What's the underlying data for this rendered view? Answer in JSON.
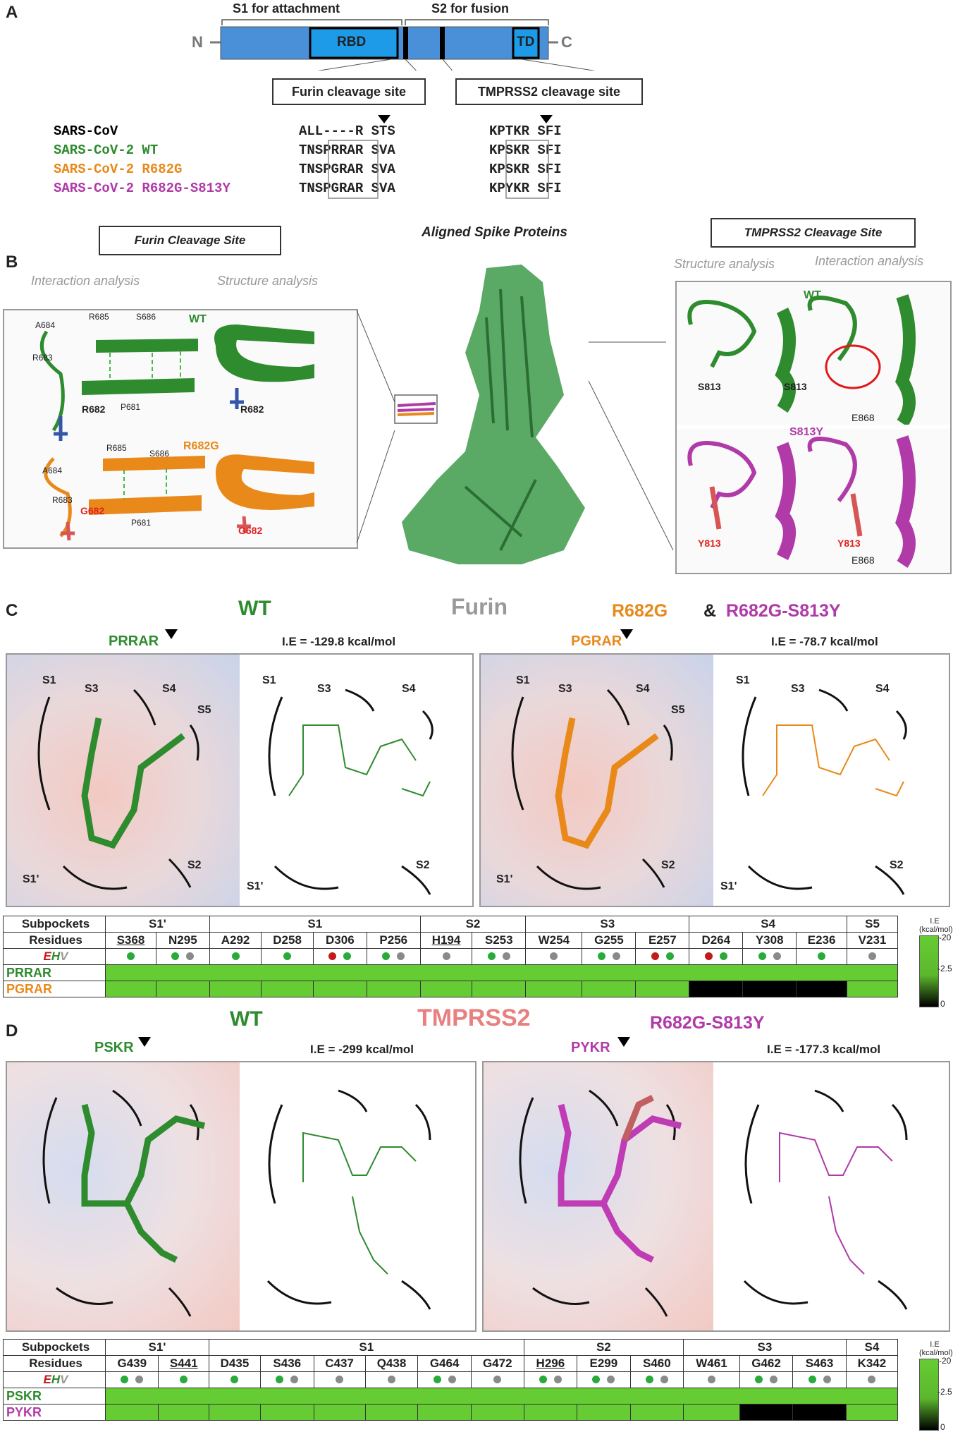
{
  "panelA": {
    "label": "A",
    "s1": "S1 for attachment",
    "s2": "S2 for fusion",
    "n": "N",
    "c": "C",
    "rbd": "RBD",
    "td": "TD",
    "furin_box": "Furin cleavage site",
    "tmprss2_box": "TMPRSS2 cleavage site",
    "seq_rows": [
      {
        "name": "SARS-CoV",
        "furin": "ALL----R STS",
        "tmp": "KPTKR SFI",
        "color": "#000000"
      },
      {
        "name": "SARS-CoV-2 WT",
        "furin": "TNSPRRAR SVA",
        "tmp": "KPSKR SFI",
        "color": "#2e8b2e"
      },
      {
        "name": "SARS-CoV-2 R682G",
        "furin": "TNSPGRAR SVA",
        "tmp": "KPSKR SFI",
        "color": "#e8891a"
      },
      {
        "name": "SARS-CoV-2 R682G-S813Y",
        "furin": "TNSPGRAR SVA",
        "tmp": "KPYKR SFI",
        "color": "#b03aa8"
      }
    ]
  },
  "panelB": {
    "label": "B",
    "furin_title": "Furin Cleavage Site",
    "tmprss2_title": "TMPRSS2 Cleavage Site",
    "aligned": "Aligned Spike Proteins",
    "interaction": "Interaction analysis",
    "structure": "Structure analysis",
    "wt": "WT",
    "r682g": "R682G",
    "s813y": "S813Y",
    "furin_labels": [
      "R685",
      "S686",
      "A684",
      "R683",
      "R682",
      "P681",
      "R682",
      "R685",
      "S686",
      "A684",
      "R683",
      "G682",
      "P681",
      "G682"
    ],
    "tmp_labels": [
      "S813",
      "S813",
      "E868",
      "Y813",
      "Y813",
      "E868"
    ]
  },
  "panelC": {
    "label": "C",
    "wt": "WT",
    "enzyme": "Furin",
    "mut1": "R682G",
    "amp": "&",
    "mut2": "R682G-S813Y",
    "seq_wt": "PRRAR",
    "seq_mut": "PGRAR",
    "ie_wt": "I.E = -129.8 kcal/mol",
    "ie_mut": "I.E = -78.7 kcal/mol",
    "pockets": [
      "S1",
      "S3",
      "S4",
      "S5",
      "S1'",
      "S2"
    ],
    "table": {
      "subpockets_label": "Subpockets",
      "residues_label": "Residues",
      "ehv": "EHV",
      "row1": "PRRAR",
      "row2": "PGRAR",
      "groups": [
        {
          "name": "S1'",
          "span": 2
        },
        {
          "name": "S1",
          "span": 4
        },
        {
          "name": "S2",
          "span": 2
        },
        {
          "name": "S3",
          "span": 3
        },
        {
          "name": "S4",
          "span": 3
        },
        {
          "name": "S5",
          "span": 1
        }
      ],
      "residues": [
        "S368",
        "N295",
        "A292",
        "D258",
        "D306",
        "P256",
        "H194",
        "S253",
        "W254",
        "G255",
        "E257",
        "D264",
        "Y308",
        "E236",
        "V231"
      ],
      "dots": [
        [
          "green"
        ],
        [
          "green",
          "grey"
        ],
        [
          "green"
        ],
        [
          "green"
        ],
        [
          "red",
          "green"
        ],
        [
          "green",
          "grey"
        ],
        [
          "grey"
        ],
        [
          "green",
          "grey"
        ],
        [
          "grey"
        ],
        [
          "green",
          "grey"
        ],
        [
          "red",
          "green"
        ],
        [
          "red",
          "green"
        ],
        [
          "green",
          "grey"
        ],
        [
          "green"
        ],
        [
          "grey"
        ]
      ],
      "row2_black_from": 11,
      "row2_black_to": 13,
      "scale_title": "I.E (kcal/mol)",
      "scale_vals": [
        "-20",
        "-2.5",
        "0"
      ]
    }
  },
  "panelD": {
    "label": "D",
    "wt": "WT",
    "enzyme": "TMPRSS2",
    "mut": "R682G-S813Y",
    "seq_wt": "PSKR",
    "seq_mut": "PYKR",
    "ie_wt": "I.E = -299 kcal/mol",
    "ie_mut": "I.E = -177.3 kcal/mol",
    "table": {
      "subpockets_label": "Subpockets",
      "residues_label": "Residues",
      "ehv": "EHV",
      "row1": "PSKR",
      "row2": "PYKR",
      "groups": [
        {
          "name": "S1'",
          "span": 2
        },
        {
          "name": "S1",
          "span": 6
        },
        {
          "name": "S2",
          "span": 3
        },
        {
          "name": "S3",
          "span": 3
        },
        {
          "name": "S4",
          "span": 1
        }
      ],
      "residues": [
        "G439",
        "S441",
        "D435",
        "S436",
        "C437",
        "Q438",
        "G464",
        "G472",
        "H296",
        "E299",
        "S460",
        "W461",
        "G462",
        "S463",
        "K342"
      ],
      "dots": [
        [
          "green",
          "grey"
        ],
        [
          "green"
        ],
        [
          "green"
        ],
        [
          "green",
          "grey"
        ],
        [
          "grey"
        ],
        [
          "grey"
        ],
        [
          "green",
          "grey"
        ],
        [
          "grey"
        ],
        [
          "green",
          "grey"
        ],
        [
          "green",
          "grey"
        ],
        [
          "green",
          "grey"
        ],
        [
          "grey"
        ],
        [
          "green",
          "grey"
        ],
        [
          "green",
          "grey"
        ],
        [
          "grey"
        ]
      ],
      "row2_black_cells": [
        12,
        13
      ],
      "scale_title": "I.E (kcal/mol)",
      "scale_vals": [
        "-20",
        "-2.5",
        "0"
      ]
    }
  }
}
